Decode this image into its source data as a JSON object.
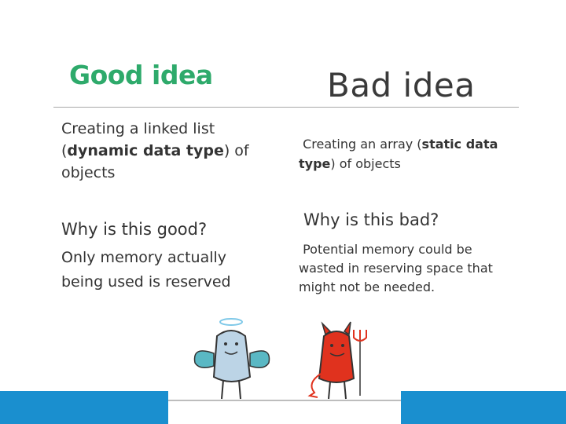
{
  "good": {
    "title": "Good idea",
    "desc_pre": "Creating a linked list (",
    "desc_bold": "dynamic data type",
    "desc_post": ") of objects",
    "why": "Why is this good?",
    "reason": "Only memory actually being used is reserved"
  },
  "bad": {
    "title": "Bad idea",
    "desc_pre": " Creating an array (",
    "desc_bold": "static data type",
    "desc_post": ") of objects",
    "why": "Why is this bad?",
    "reason": " Potential memory could be wasted in reserving space that might not be needed."
  },
  "colors": {
    "good_title": "#2eaa6b",
    "accent_bar": "#1a8fcf",
    "angel": "#bcd4e6",
    "wings": "#5ab8c4",
    "devil": "#e0321e"
  },
  "icons": [
    "angel-icon",
    "devil-icon"
  ]
}
